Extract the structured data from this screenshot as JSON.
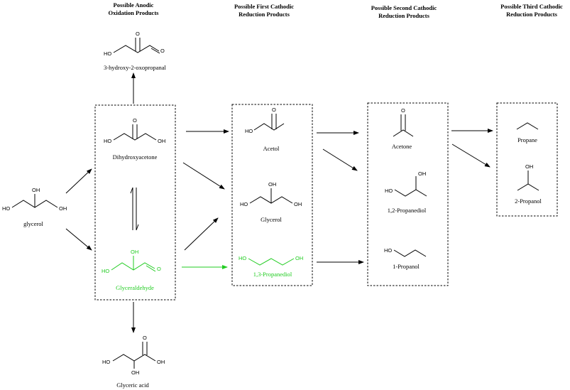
{
  "headers": {
    "anodic_line1": "Possible Anodic",
    "anodic_line2": "Oxidation Products",
    "first_line1": "Possible First Cathodic",
    "first_line2": "Reduction Products",
    "second_line1": "Possible Second Cathodic",
    "second_line2": "Reduction Products",
    "third_line1": "Possible Third Cathodic",
    "third_line2": "Reduction Products"
  },
  "compounds": {
    "glycerol_start": "glycerol",
    "oxopropanal": "3-hydroxy-2-oxopropanal",
    "dihydroxyacetone": "Dihydroxyacetone",
    "glyceraldehyde": "Glyceraldehyde",
    "glyceric_acid": "Glyceric acid",
    "acetol": "Acetol",
    "glycerol": "Glycerol",
    "propanediol_13": "1,3-Propanediol",
    "acetone": "Acetone",
    "propanediol_12": "1,2-Propanediol",
    "propanol_1": "1-Propanol",
    "propane": "Propane",
    "propanol_2": "2-Propanol"
  },
  "atoms": {
    "oh": "OH",
    "ho": "HO",
    "o": "O"
  },
  "colors": {
    "highlight": "#22cc22",
    "ink": "#000000"
  }
}
